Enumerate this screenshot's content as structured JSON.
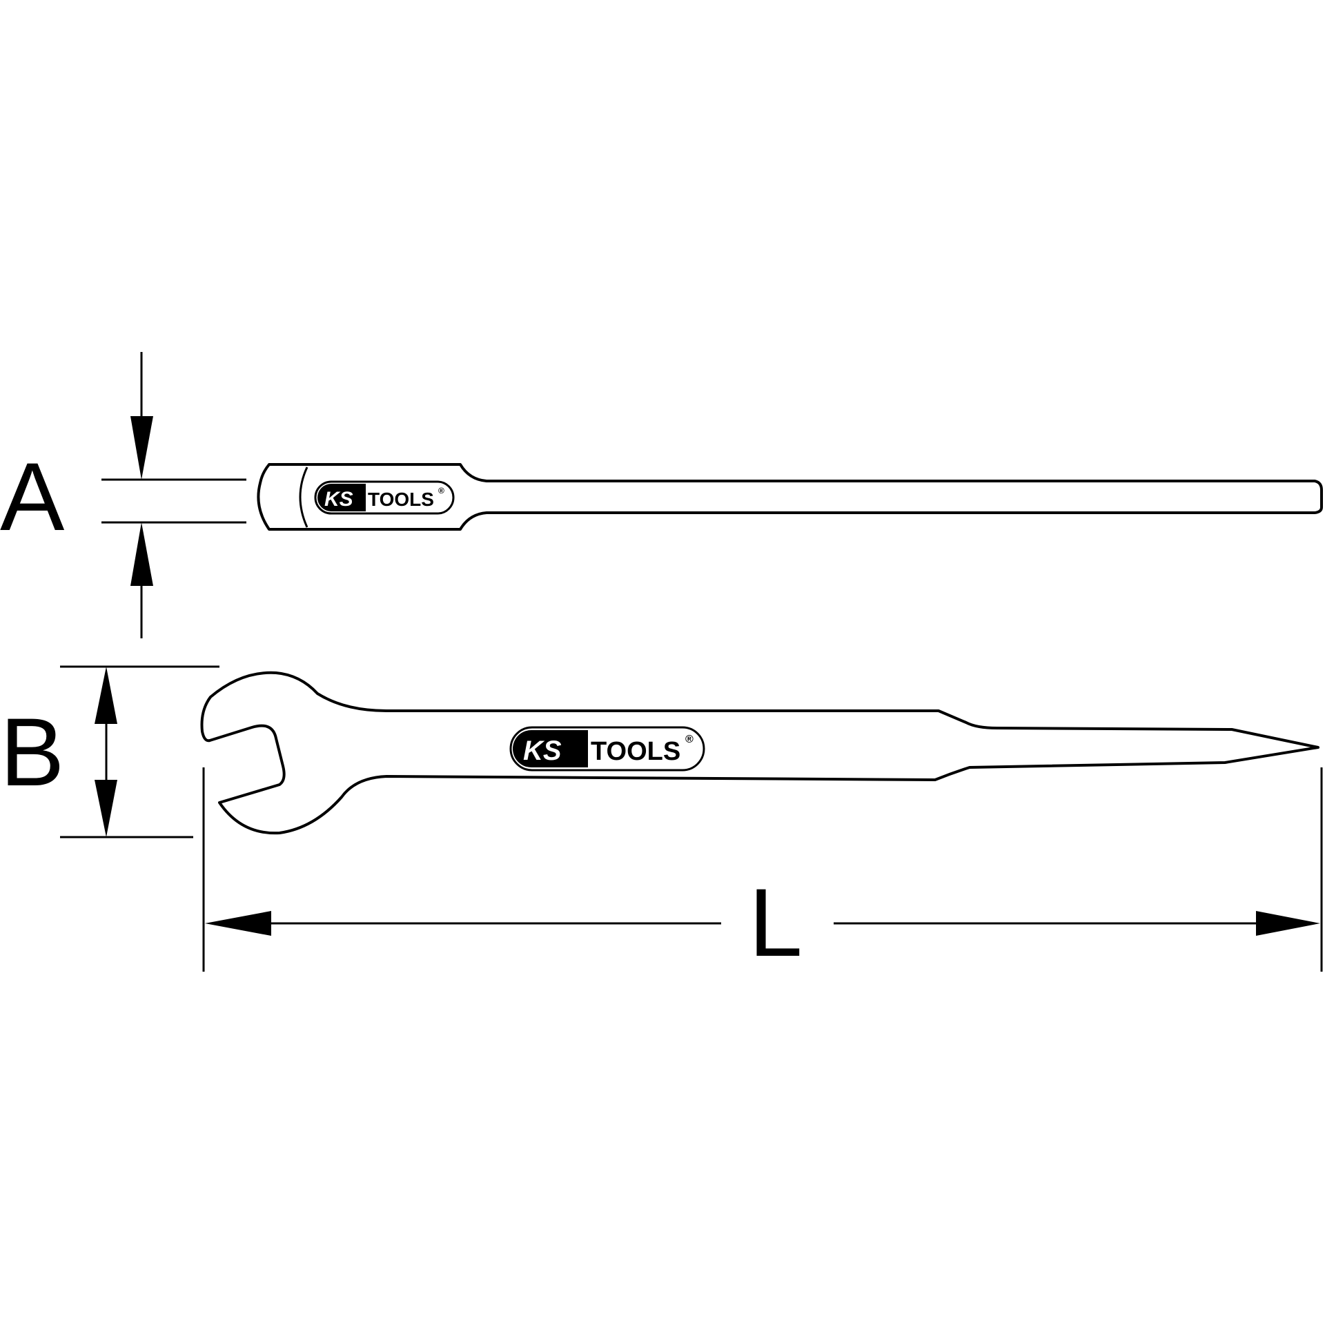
{
  "dimensions": {
    "a_label": "A",
    "b_label": "B",
    "l_label": "L"
  },
  "logo": {
    "brand_left": "KS",
    "brand_right": "TOOLS",
    "registered_mark": "®",
    "fill_color": "#000000",
    "background_color": "#ffffff"
  },
  "colors": {
    "line": "#000000",
    "background": "#ffffff"
  }
}
